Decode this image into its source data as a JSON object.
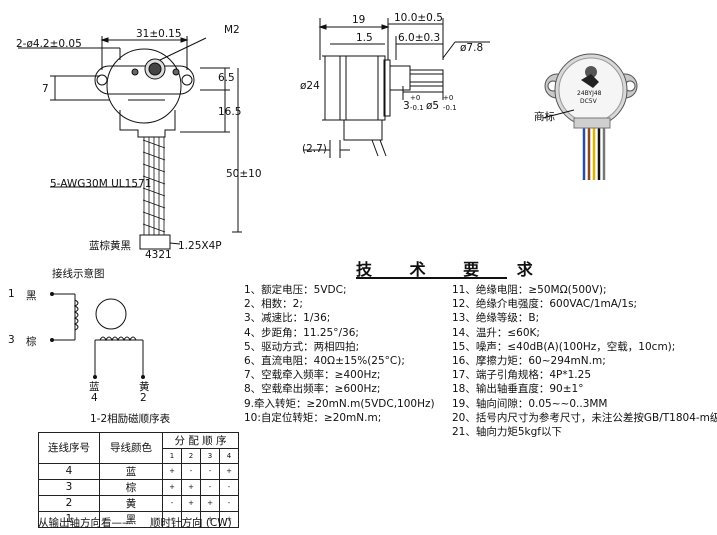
{
  "drawing": {
    "front_view": {
      "dim_top": "31±0.15",
      "dim_m2": "M2",
      "dim_holes": "2-ø4.2±0.05",
      "dim_left": "7",
      "dim_right_top": "6.5",
      "dim_right_mid": "16.5",
      "dim_right_total": "50±10",
      "wire_spec": "5-AWG30M  UL1571",
      "wire_colors": "蓝棕黄黑",
      "connector_pins": "4321",
      "connector_spec": "1.25X4P"
    },
    "side_view": {
      "dim_19": "19",
      "dim_10": "10.0±0.5",
      "dim_1_5": "1.5",
      "dim_6": "6.0±0.3",
      "dim_d7_8": "ø7.8",
      "dim_d24": "ø24",
      "dim_3": "3",
      "dim_3_tol_upper": "+0",
      "dim_3_tol_lower": "-0.1",
      "dim_d5": "ø5",
      "dim_d5_tol_upper": "+0",
      "dim_d5_tol_lower": "-0.1",
      "dim_2_7": "(2.7)"
    },
    "photo": {
      "label_top": "DC5V",
      "label_model": "24BYJ48",
      "callout": "商标"
    },
    "wiring": {
      "title": "接线示意图",
      "label_1": "1",
      "label_1_color": "黑",
      "label_3": "3",
      "label_3_color": "棕",
      "label_blue": "蓝",
      "label_4": "4",
      "label_yellow": "黄",
      "label_2": "2",
      "caption": "1-2相励磁顺序表"
    }
  },
  "specs_title": "技 术 要 求",
  "specs_left": [
    "1、额定电压：5VDC;",
    "2、相数：2;",
    "3、减速比：1/36;",
    "4、步距角：11.25°/36;",
    "5、驱动方式：两相四拍;",
    "6、直流电阻：40Ω±15%(25°C);",
    "7、空载牵入频率：≥400Hz;",
    "8、空载牵出频率：≥600Hz;",
    "9.牵入转矩：≥20mN.m(5VDC,100Hz)",
    "10:自定位转矩：≥20mN.m;"
  ],
  "specs_right": [
    "11、绝缘电阻：≥50MΩ(500V);",
    "12、绝缘介电强度：600VAC/1mA/1s;",
    "13、绝缘等级：B;",
    "14、温升：≤60K;",
    "15、噪声：≤40dB(A)(100Hz，空载，10cm);",
    "16、摩擦力矩：60~294mN.m;",
    "17、端子引角规格：4P*1.25",
    "18、输出轴垂直度：90±1°",
    "19、轴向间隙：0.05~~0..3MM",
    "20、括号内尺寸为参考尺寸，未注公差按GB/T1804-m级。",
    "21、轴向力矩5kgf以下"
  ],
  "sequence_table": {
    "header_col1": "连线序号",
    "header_col2": "导线颜色",
    "header_group": "分 配 顺 序",
    "steps": [
      "1",
      "2",
      "3",
      "4"
    ],
    "rows": [
      {
        "num": "4",
        "color": "蓝",
        "seq": [
          "+",
          "-",
          "-",
          "+"
        ]
      },
      {
        "num": "3",
        "color": "棕",
        "seq": [
          "+",
          "+",
          "-",
          "-"
        ]
      },
      {
        "num": "2",
        "color": "黄",
        "seq": [
          "-",
          "+",
          "+",
          "-"
        ]
      },
      {
        "num": "1",
        "color": "黑",
        "seq": [
          "-",
          "-",
          "+",
          "+"
        ]
      }
    ]
  },
  "footer": {
    "left": "从输出轴方向看——",
    "right": "顺时针方向 (CW)"
  }
}
